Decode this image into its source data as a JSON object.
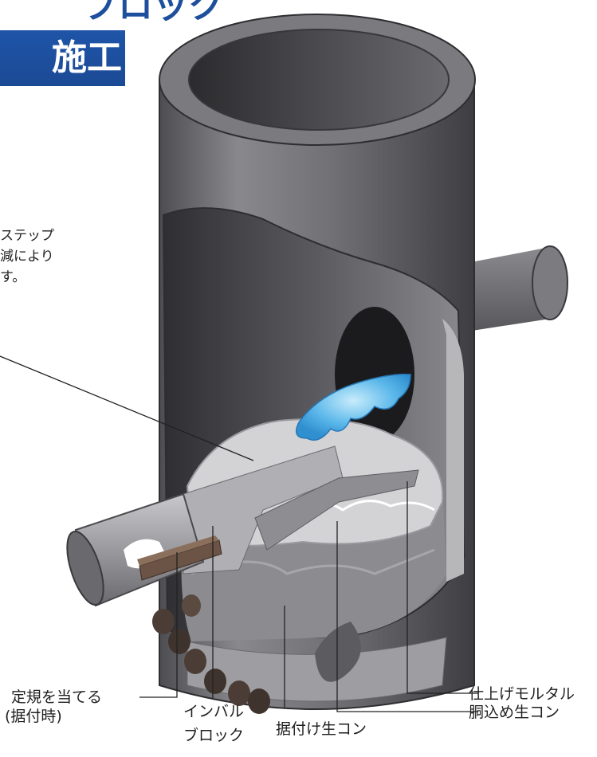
{
  "title": {
    "line1": "ブロック",
    "line2": "施工"
  },
  "note_lines": [
    "ステップ",
    "減により",
    "す。"
  ],
  "labels": {
    "finish_mortar": "仕上げモルタル",
    "body_concrete": "胴込め生コン",
    "ruler_line1": "定規を当てる",
    "ruler_line2": "(据付時)",
    "invert_line1": "インバル",
    "invert_line2": "ブロック",
    "base_concrete": "据付け生コン"
  },
  "colors": {
    "title_blue": "#1d4f9c",
    "pipe_gray": "#6e6e72",
    "water_blue": "#5cb8ea",
    "ruler_brown": "#6b5446"
  }
}
